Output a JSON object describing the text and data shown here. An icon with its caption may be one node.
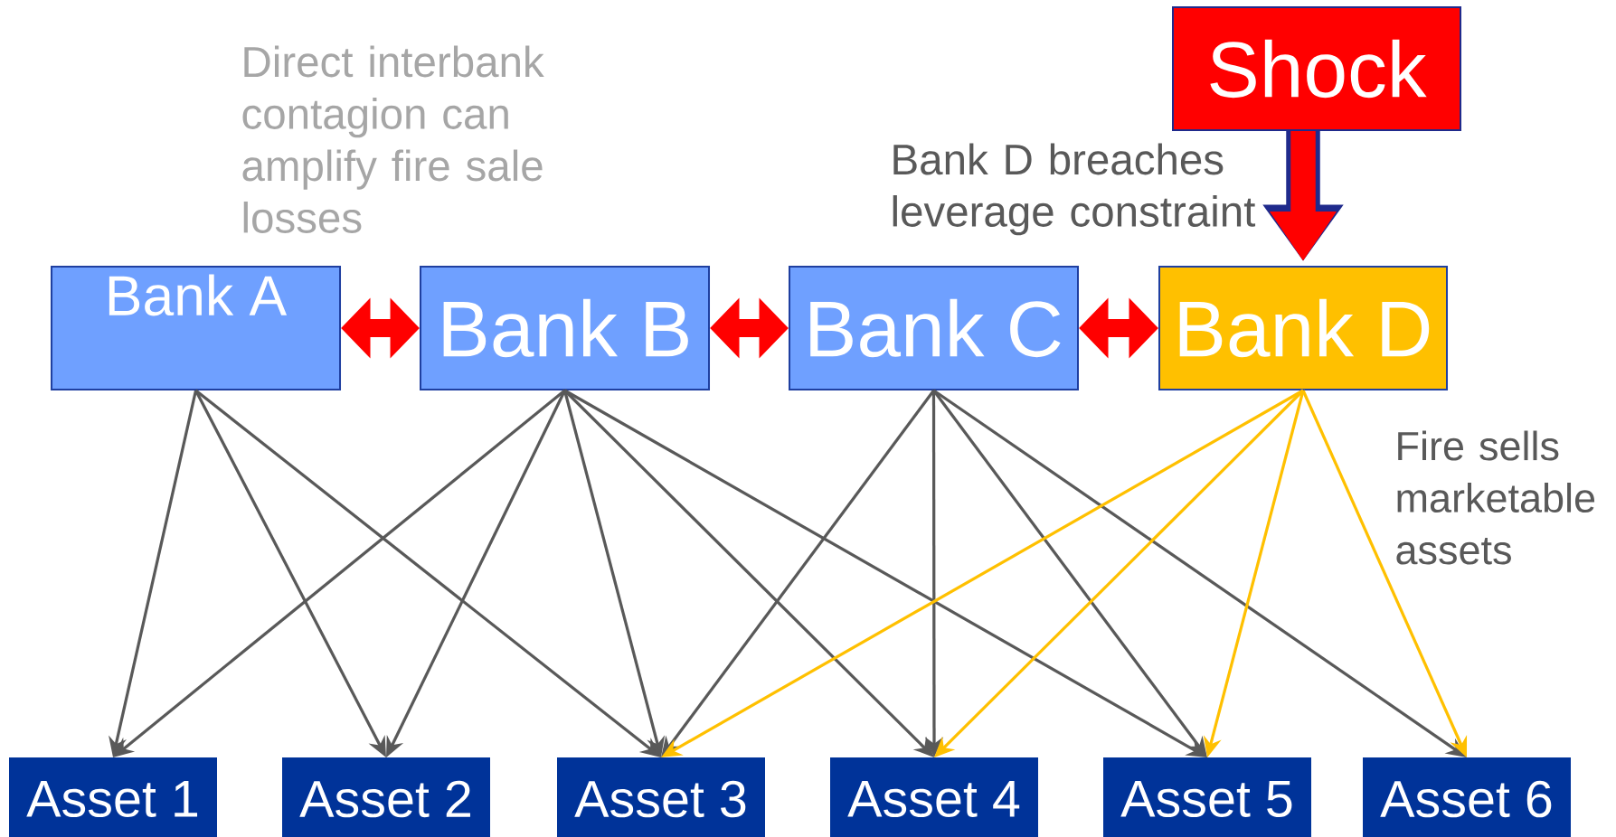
{
  "diagram": {
    "nodes": [
      {
        "text": [
          "Shock"
        ]
      },
      {
        "text": [
          "Bank A"
        ]
      },
      {
        "text": [
          "Bank B"
        ]
      },
      {
        "text": [
          "Bank C"
        ]
      },
      {
        "text": [
          "Bank D"
        ]
      },
      {
        "text": [
          "Asset 1"
        ]
      },
      {
        "text": [
          "Asset 2"
        ]
      },
      {
        "text": [
          "Asset 3"
        ]
      },
      {
        "text": [
          "Asset 4"
        ]
      },
      {
        "text": [
          "Asset 5"
        ]
      },
      {
        "text": [
          "Asset 6"
        ]
      }
    ],
    "edges": [
      {
        "from": 0,
        "to": 4,
        "arrow": "to",
        "style": "thick",
        "color": "#ff0000"
      },
      {
        "from": 1,
        "to": 2,
        "arrow": "both",
        "style": "thick",
        "color": "#ff0000"
      },
      {
        "from": 2,
        "to": 3,
        "arrow": "both",
        "style": "thick",
        "color": "#ff0000"
      },
      {
        "from": 3,
        "to": 4,
        "arrow": "both",
        "style": "thick",
        "color": "#ff0000"
      },
      {
        "from": 1,
        "to": 5,
        "arrow": "to"
      },
      {
        "from": 1,
        "to": 6,
        "arrow": "to"
      },
      {
        "from": 1,
        "to": 7,
        "arrow": "to"
      },
      {
        "from": 2,
        "to": 5,
        "arrow": "to"
      },
      {
        "from": 2,
        "to": 6,
        "arrow": "to"
      },
      {
        "from": 2,
        "to": 7,
        "arrow": "to"
      },
      {
        "from": 2,
        "to": 8,
        "arrow": "to"
      },
      {
        "from": 2,
        "to": 9,
        "arrow": "to"
      },
      {
        "from": 3,
        "to": 7,
        "arrow": "to"
      },
      {
        "from": 3,
        "to": 8,
        "arrow": "to"
      },
      {
        "from": 3,
        "to": 9,
        "arrow": "to"
      },
      {
        "from": 3,
        "to": 10,
        "arrow": "to"
      },
      {
        "from": 4,
        "to": 7,
        "arrow": "to",
        "color": "#ffc000"
      },
      {
        "from": 4,
        "to": 8,
        "arrow": "to",
        "color": "#ffc000"
      },
      {
        "from": 4,
        "to": 9,
        "arrow": "to",
        "color": "#ffc000"
      },
      {
        "from": 4,
        "to": 10,
        "arrow": "to",
        "color": "#ffc000"
      }
    ],
    "labels": [
      "Direct interbank contagion can amplify fire sale losses",
      "Bank D breaches leverage constraint",
      "Fire sells marketable assets"
    ]
  }
}
